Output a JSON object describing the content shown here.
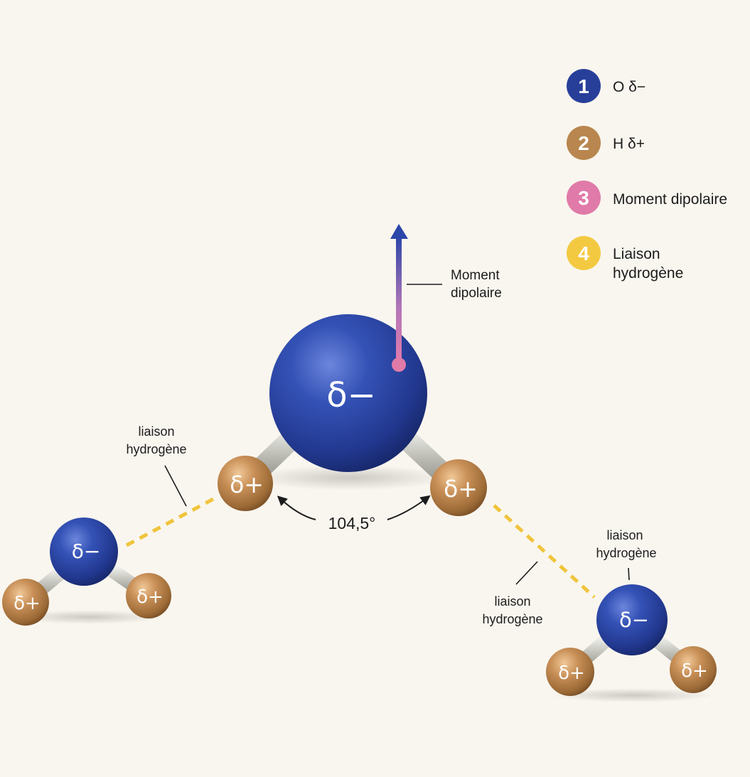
{
  "legend": [
    {
      "num": "1",
      "label": "O δ−",
      "color": "#283f9a"
    },
    {
      "num": "2",
      "label": "H δ+",
      "color": "#b8864e"
    },
    {
      "num": "3",
      "label": "Moment dipolaire",
      "color": "#e07aa8"
    },
    {
      "num": "4",
      "label": "Liaison hydrogène",
      "label_line1": "Liaison",
      "label_line2": "hydrogène",
      "color": "#f3c942"
    }
  ],
  "central": {
    "o_charge": "δ−",
    "h_left_charge": "δ+",
    "h_right_charge": "δ+",
    "angle": "104,5°"
  },
  "dipole_label": {
    "line1": "Moment",
    "line2": "dipolaire"
  },
  "hbond_labels": {
    "left": {
      "line1": "liaison",
      "line2": "hydrogène"
    },
    "right_upper": {
      "line1": "liaison",
      "line2": "hydrogène"
    },
    "right_lower": {
      "line1": "liaison",
      "line2": "hydrogène"
    }
  },
  "left_molecule": {
    "o_charge": "δ−",
    "h1_charge": "δ+",
    "h2_charge": "δ+"
  },
  "right_molecule": {
    "o_charge": "δ−",
    "h1_charge": "δ+",
    "h2_charge": "δ+"
  },
  "colors": {
    "oxygen": "#2b43a0",
    "hydrogen": "#c08a52",
    "dipole_tail": "#e07aa8",
    "dipole_head": "#2a46a8",
    "hbond": "#f0c43c",
    "background": "#f9f6ef"
  }
}
